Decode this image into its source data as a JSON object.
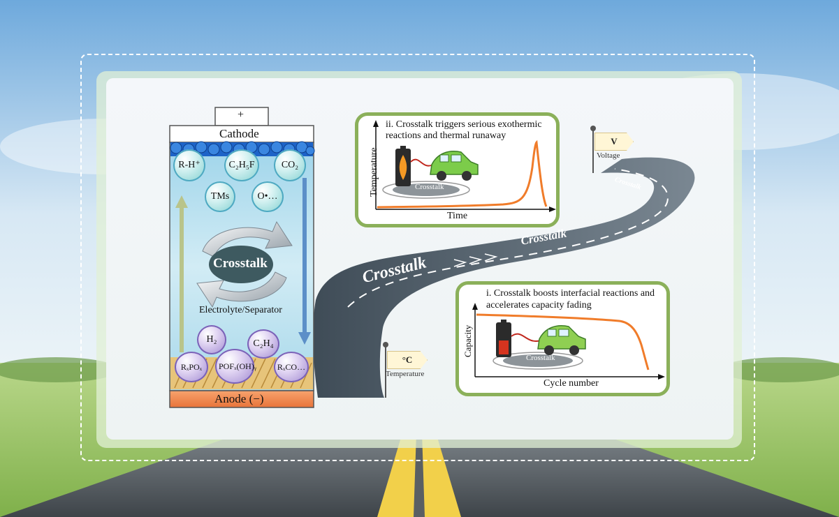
{
  "battery": {
    "positive_terminal": "+",
    "cathode_label": "Cathode",
    "anode_label": "Anode (−)",
    "electrolyte_label": "Electrolyte/Separator",
    "center_label": "Crosstalk",
    "top_species": [
      "R-H⁺",
      "C₂H₅F",
      "CO₂",
      "TMs",
      "O•…"
    ],
    "bottom_species": [
      "H₂",
      "C₂H₄",
      "RₓPOₓ",
      "POFₓ(OH)ᵧ",
      "RₓCO…"
    ]
  },
  "road": {
    "label_large": "Crosstalk",
    "label_small": "Crosstalk",
    "label_far": "Crosstalk"
  },
  "flags": {
    "voltage": {
      "symbol": "V",
      "caption": "Voltage"
    },
    "temperature": {
      "symbol": "°C",
      "caption": "Temperature"
    }
  },
  "card_thermal": {
    "title_line1": "ii. Crosstalk triggers serious exothermic",
    "title_line2": "reactions and thermal runaway",
    "ylabel": "Temperature",
    "xlabel": "Time",
    "car_label": "Crosstalk"
  },
  "card_capacity": {
    "title_line1": "i. Crosstalk boosts interfacial reactions and",
    "title_line2": "accelerates capacity fading",
    "ylabel": "Capacity",
    "xlabel": "Cycle number",
    "car_label": "Crosstalk"
  },
  "colors": {
    "curve": "#f07c2a",
    "card_border": "#8bb05a",
    "road": "#5e6b78",
    "anode": "#f08a4b"
  }
}
